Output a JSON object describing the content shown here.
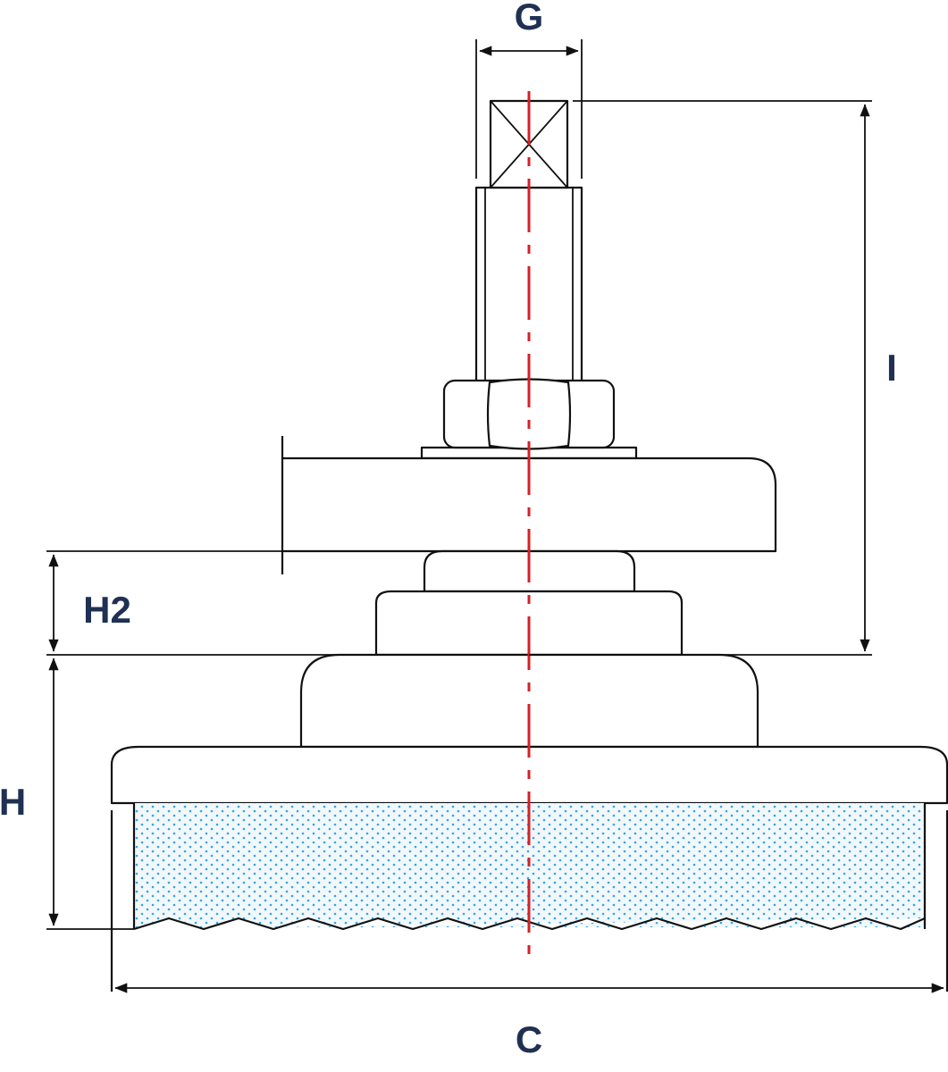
{
  "dimensions": {
    "G": "G",
    "I": "I",
    "H2": "H2",
    "H": "H",
    "C": "C"
  },
  "colors": {
    "line": "#111111",
    "centerline": "#d42027",
    "label": "#1f3052",
    "dots": "#3aa3dc",
    "fill": "#f1f8fc"
  }
}
